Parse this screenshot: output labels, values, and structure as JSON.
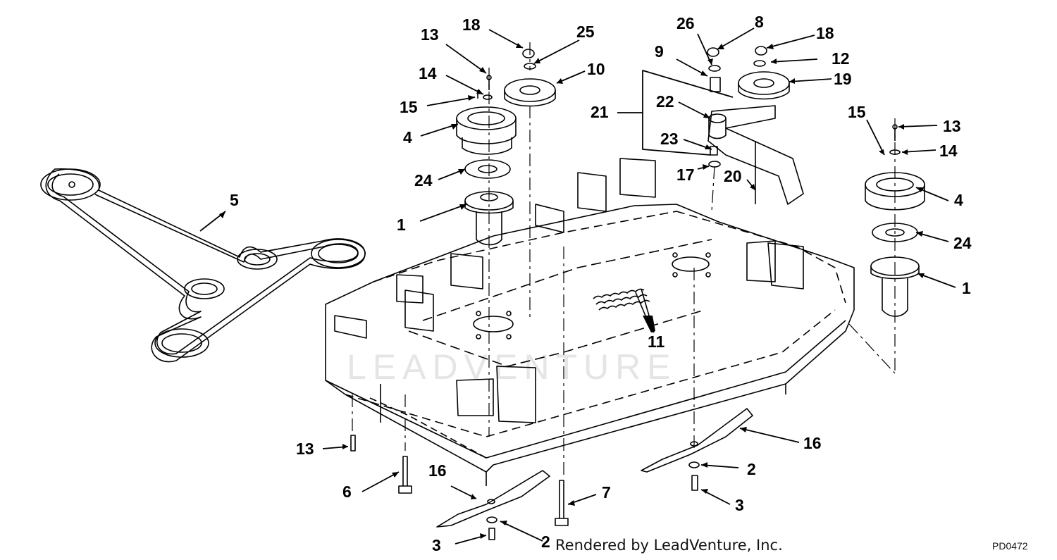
{
  "callouts": {
    "c13a": "13",
    "c18a": "18",
    "c25": "25",
    "c14a": "14",
    "c10": "10",
    "c15a": "15",
    "c4a": "4",
    "c24a": "24",
    "c1a": "1",
    "c5": "5",
    "c26": "26",
    "c8": "8",
    "c18b": "18",
    "c9": "9",
    "c12": "12",
    "c19": "19",
    "c22": "22",
    "c21": "21",
    "c23": "23",
    "c17": "17",
    "c20": "20",
    "c15b": "15",
    "c13b": "13",
    "c14b": "14",
    "c4b": "4",
    "c24b": "24",
    "c1b": "1",
    "c11": "11",
    "c16a": "16",
    "c2a": "2",
    "c3a": "3",
    "c13c": "13",
    "c6": "6",
    "c16b": "16",
    "c7": "7",
    "c3b": "3",
    "c2b": "2"
  },
  "footer": {
    "credit": "Rendered by LeadVenture, Inc.",
    "code": "PD0472"
  },
  "watermark": "LEADVENTURE"
}
